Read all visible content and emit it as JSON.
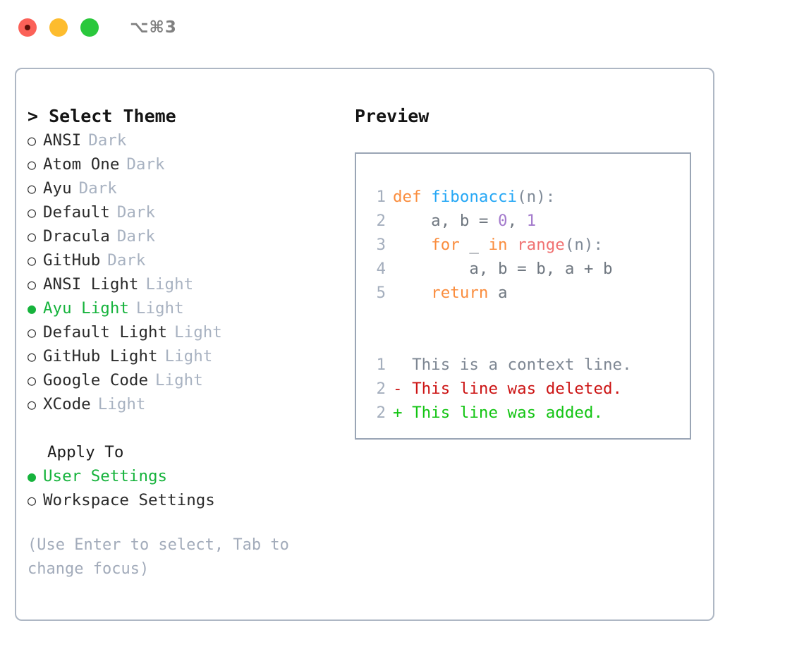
{
  "window": {
    "title": "⌥⌘3",
    "traffic_lights": [
      {
        "name": "close-button",
        "color": "#fb6158"
      },
      {
        "name": "minimize-button",
        "color": "#fdbc2e"
      },
      {
        "name": "maximize-button",
        "color": "#2ac83c"
      }
    ]
  },
  "colors": {
    "panel_border": "#aeb7c4",
    "preview_border": "#9aa5b5",
    "selected_green": "#16b33c",
    "muted_tag": "#a8b2c1",
    "hint": "#a2abba",
    "keyword_orange": "#fa8d3e",
    "function_blue": "#25a7f5",
    "number_purple": "#a37acc",
    "call_salmon": "#f07171",
    "diff_delete_red": "#cc1414",
    "diff_add_green": "#12c412",
    "line_number": "#a4aebd"
  },
  "theme_selector": {
    "heading": "> Select Theme",
    "bullet_selected": "●",
    "bullet_unselected": "○",
    "items": [
      {
        "label": "ANSI",
        "tag": "Dark",
        "selected": false
      },
      {
        "label": "Atom One",
        "tag": "Dark",
        "selected": false
      },
      {
        "label": "Ayu",
        "tag": "Dark",
        "selected": false
      },
      {
        "label": "Default",
        "tag": "Dark",
        "selected": false
      },
      {
        "label": "Dracula",
        "tag": "Dark",
        "selected": false
      },
      {
        "label": "GitHub",
        "tag": "Dark",
        "selected": false
      },
      {
        "label": "ANSI Light",
        "tag": "Light",
        "selected": false
      },
      {
        "label": "Ayu Light",
        "tag": "Light",
        "selected": true
      },
      {
        "label": "Default Light",
        "tag": "Light",
        "selected": false
      },
      {
        "label": "GitHub Light",
        "tag": "Light",
        "selected": false
      },
      {
        "label": "Google Code",
        "tag": "Light",
        "selected": false
      },
      {
        "label": "XCode",
        "tag": "Light",
        "selected": false
      }
    ]
  },
  "apply_to": {
    "heading": "Apply To",
    "items": [
      {
        "label": "User Settings",
        "selected": true
      },
      {
        "label": "Workspace Settings",
        "selected": false
      }
    ]
  },
  "hint": "(Use Enter to select, Tab to change focus)",
  "preview": {
    "heading": "Preview",
    "code_lines": [
      {
        "number": "1",
        "tokens": [
          {
            "text": "def ",
            "cls": "tok-kw"
          },
          {
            "text": "fibonacci",
            "cls": "tok-fn"
          },
          {
            "text": "(n):",
            "cls": "tok-punct"
          }
        ]
      },
      {
        "number": "2",
        "tokens": [
          {
            "text": "    a, b = ",
            "cls": "tok-var"
          },
          {
            "text": "0",
            "cls": "tok-num"
          },
          {
            "text": ", ",
            "cls": "tok-var"
          },
          {
            "text": "1",
            "cls": "tok-num"
          }
        ]
      },
      {
        "number": "3",
        "tokens": [
          {
            "text": "    for ",
            "cls": "tok-kw"
          },
          {
            "text": "_ ",
            "cls": "tok-var"
          },
          {
            "text": "in ",
            "cls": "tok-kw"
          },
          {
            "text": "range",
            "cls": "tok-call"
          },
          {
            "text": "(n):",
            "cls": "tok-punct"
          }
        ]
      },
      {
        "number": "4",
        "tokens": [
          {
            "text": "        a, b = b, a + b",
            "cls": "tok-var"
          }
        ]
      },
      {
        "number": "5",
        "tokens": [
          {
            "text": "    return ",
            "cls": "tok-kw"
          },
          {
            "text": "a",
            "cls": "tok-var"
          }
        ]
      }
    ],
    "diff_lines": [
      {
        "number": "1",
        "text": "  This is a context line.",
        "cls": "diff-ctx"
      },
      {
        "number": "2",
        "text": "- This line was deleted.",
        "cls": "diff-del"
      },
      {
        "number": "2",
        "text": "+ This line was added.",
        "cls": "diff-add"
      }
    ]
  }
}
